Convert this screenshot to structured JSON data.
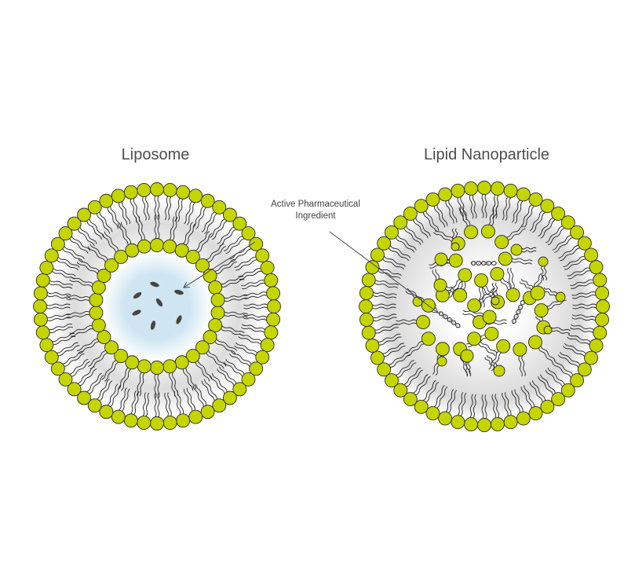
{
  "liposome": {
    "title": "Liposome"
  },
  "lnp": {
    "title": "Lipid Nanoparticle"
  },
  "annotation": {
    "line1": "Active Pharmaceutical",
    "line2": "Ingredient"
  },
  "colors": {
    "head": "#c5d500",
    "head_stroke": "#2b2b2b",
    "core": "#cfe6f2",
    "tail": "#222222",
    "text": "#4d4d4d"
  }
}
